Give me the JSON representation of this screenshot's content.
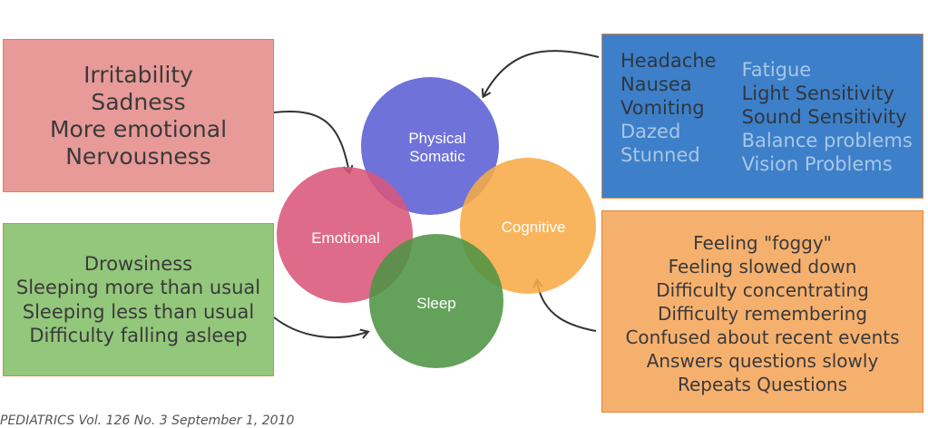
{
  "emotional_box": {
    "items": [
      "Irritability",
      "Sadness",
      "More emotional",
      "Nervousness"
    ],
    "color": "#e89a98"
  },
  "sleep_box": {
    "items": [
      "Drowsiness",
      "Sleeping more than usual",
      "Sleeping less than usual",
      "Difficulty falling asleep"
    ],
    "color": "#93c77b"
  },
  "physical_box": {
    "col1": [
      "Headache",
      "Nausea",
      "Vomiting",
      "Dazed",
      "Stunned"
    ],
    "col2": [
      "Fatigue",
      "Light Sensitivity",
      "Sound Sensitivity",
      "Balance problems",
      "Vision Problems"
    ],
    "color": "#3d80c9"
  },
  "cognitive_box": {
    "items": [
      "Feeling \"foggy\"",
      "Feeling slowed down",
      "Difficulty concentrating",
      "Difficulty remembering",
      "Confused about recent events",
      "Answers questions slowly",
      "Repeats Questions"
    ],
    "color": "#f6b06e"
  },
  "circles": {
    "physical": {
      "line1": "Physical",
      "line2": "Somatic",
      "color": "#5a5fd4"
    },
    "emotional": {
      "label": "Emotional",
      "color": "#d9567a"
    },
    "cognitive": {
      "label": "Cognitive",
      "color": "#f7ab47"
    },
    "sleep": {
      "label": "Sleep",
      "color": "#4e9444"
    }
  },
  "citation": "PEDIATRICS Vol. 126 No. 3 September 1, 2010"
}
